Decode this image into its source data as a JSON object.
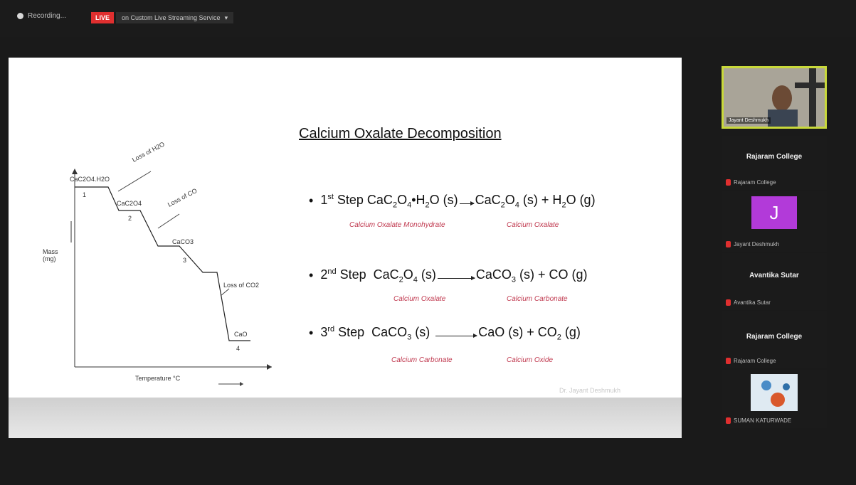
{
  "topbar": {
    "recording_label": "Recording...",
    "live_badge": "LIVE",
    "stream_label": "on Custom Live Streaming Service"
  },
  "slide": {
    "title": "Calcium Oxalate Decomposition",
    "steps": [
      {
        "bullet": "•",
        "step_label": "1st Step",
        "reactant_names": "Calcium Oxalate Monohydrate",
        "product_names": "Calcium Oxalate"
      },
      {
        "bullet": "•",
        "step_label": "2nd Step",
        "reactant_names": "Calcium Oxalate",
        "product_names": "Calcium Carbonate"
      },
      {
        "bullet": "•",
        "step_label": "3rd Step",
        "reactant_names": "Calcium Carbonate",
        "product_names": "Calcium Oxide"
      }
    ],
    "graph": {
      "y_label": "Mass (mg)",
      "x_label": "Temperature °C",
      "plateaus": [
        "CaC2O4.H2O",
        "CaC2O4",
        "CaCO3",
        "CaO"
      ],
      "plateau_numbers": [
        "1",
        "2",
        "3",
        "4"
      ],
      "losses": [
        "Loss of H2O",
        "Loss of CO",
        "Loss of CO2"
      ]
    },
    "watermark": "Dr. Jayant Deshmukh"
  },
  "participants": [
    {
      "name_overlay": "Jayant Deshmukh",
      "type": "video"
    },
    {
      "title": "Rajaram College",
      "subtitle": "Rajaram College",
      "mic": "muted"
    },
    {
      "avatar_letter": "J",
      "subtitle": "Jayant Deshmukh",
      "mic": "muted"
    },
    {
      "title": "Avantika Sutar",
      "subtitle": "Avantika Sutar",
      "mic": "muted"
    },
    {
      "title": "Rajaram College",
      "subtitle": "Rajaram College",
      "mic": "muted"
    },
    {
      "subtitle": "SUMAN KATURWADE",
      "mic": "muted",
      "type": "image"
    }
  ],
  "colors": {
    "live": "#e02f2f",
    "active_speaker_border": "#c9d93a",
    "label_red": "#c0394f",
    "avatar_purple": "#b23ad9"
  }
}
